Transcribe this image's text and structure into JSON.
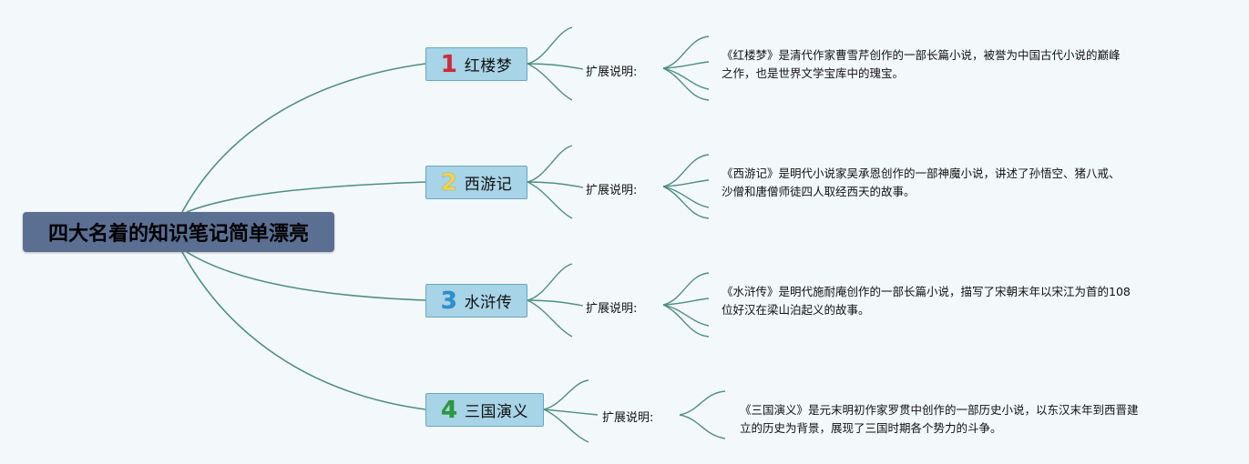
{
  "root": {
    "title": "四大名着的知识笔记简单漂亮"
  },
  "branches": [
    {
      "num": "1",
      "num_color": "#d42a3a",
      "title": "红楼梦",
      "sub": "扩展说明:",
      "desc_lines": [
        "《红楼梦》是清代作家曹雪芹创作的一部长篇小说，被誉为中国古代小说的巅峰",
        "之作，也是世界文学宝库中的瑰宝。"
      ]
    },
    {
      "num": "2",
      "num_color": "#f0d34e",
      "title": "西游记",
      "sub": "扩展说明:",
      "desc_lines": [
        "《西游记》是明代小说家吴承恩创作的一部神魔小说，讲述了孙悟空、猪八戒、",
        "沙僧和唐僧师徒四人取经西天的故事。"
      ]
    },
    {
      "num": "3",
      "num_color": "#2b8fd6",
      "title": "水浒传",
      "sub": "扩展说明:",
      "desc_lines": [
        "《水浒传》是明代施耐庵创作的一部长篇小说，描写了宋朝末年以宋江为首的108",
        "位好汉在梁山泊起义的故事。"
      ]
    },
    {
      "num": "4",
      "num_color": "#2a9a3c",
      "title": "三国演义",
      "sub": "扩展说明:",
      "desc_lines": [
        "《三国演义》是元末明初作家罗贯中创作的一部历史小说，以东汉末年到西晋建",
        "立的历史为背景，展现了三国时期各个势力的斗争。"
      ]
    },
    {
      "line_color": "#4f8f7f"
    }
  ],
  "colors": {
    "line": "#4f8f7f",
    "background": "#f3f8fb"
  }
}
